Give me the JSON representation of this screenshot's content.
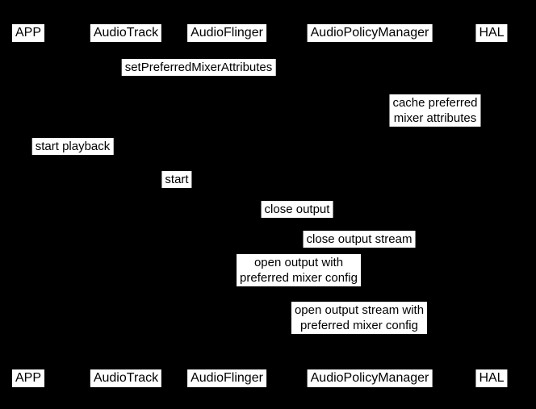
{
  "colors": {
    "background": "#000000",
    "box_background": "#ffffff",
    "text": "#000000"
  },
  "diagram": {
    "type": "sequence-diagram",
    "actors": {
      "top": [
        "APP",
        "AudioTrack",
        "AudioFlinger",
        "AudioPolicyManager",
        "HAL"
      ],
      "bottom": [
        "APP",
        "AudioTrack",
        "AudioFlinger",
        "AudioPolicyManager",
        "HAL"
      ]
    },
    "messages": [
      {
        "text": "setPreferredMixerAttributes"
      },
      {
        "text": "cache preferred\nmixer attributes"
      },
      {
        "text": "start playback"
      },
      {
        "text": "start"
      },
      {
        "text": "close output"
      },
      {
        "text": "close output stream"
      },
      {
        "text": "open output with\npreferred mixer config"
      },
      {
        "text": "open output stream with\npreferred mixer config"
      }
    ]
  }
}
